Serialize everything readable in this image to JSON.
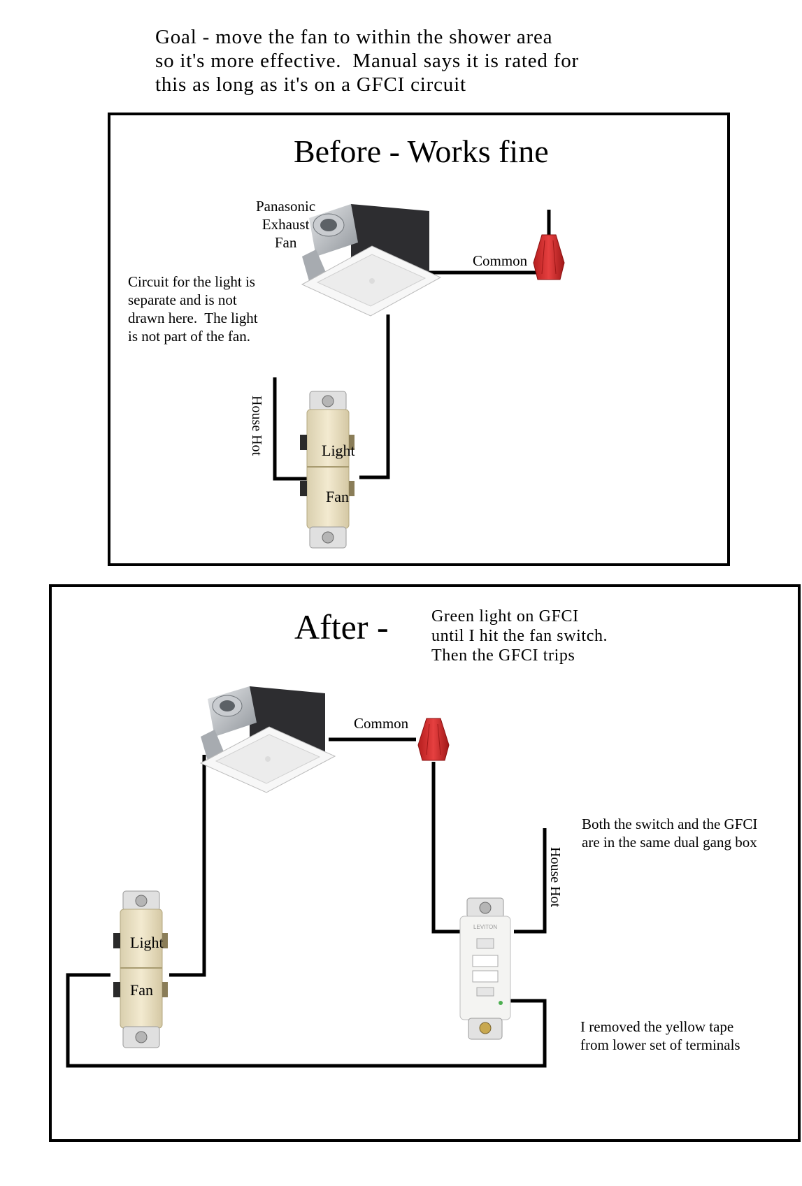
{
  "goal_text": "Goal - move the fan to within the shower area\nso it's more effective.  Manual says it is rated for\nthis as long as it's on a GFCI circuit",
  "before": {
    "title": "Before - Works fine",
    "fan_label": "Panasonic\nExhaust\nFan",
    "note": "Circuit for the light is\nseparate and is not\ndrawn here.  The light\nis not part of the fan.",
    "common_label": "Common",
    "house_hot_label": "House Hot",
    "switch_light_label": "Light",
    "switch_fan_label": "Fan"
  },
  "after": {
    "title": "After -",
    "gfci_note": "Green light on GFCI\nuntil I hit the fan switch.\nThen the GFCI trips",
    "common_label": "Common",
    "house_hot_label": "House Hot",
    "box_note": "Both the switch and the GFCI\nare in the same dual gang box",
    "tape_note": "I removed the yellow tape\nfrom lower set of terminals",
    "switch_light_label": "Light",
    "switch_fan_label": "Fan",
    "gfci_brand": "LEVITON"
  },
  "colors": {
    "wire": "#000000",
    "wire_nut": "#d62a2a",
    "switch_body": "#ede3c6",
    "fan_metal": "#b9bcc0",
    "fan_housing": "#2a2a2c",
    "gfci_body": "#f4f4f2"
  }
}
